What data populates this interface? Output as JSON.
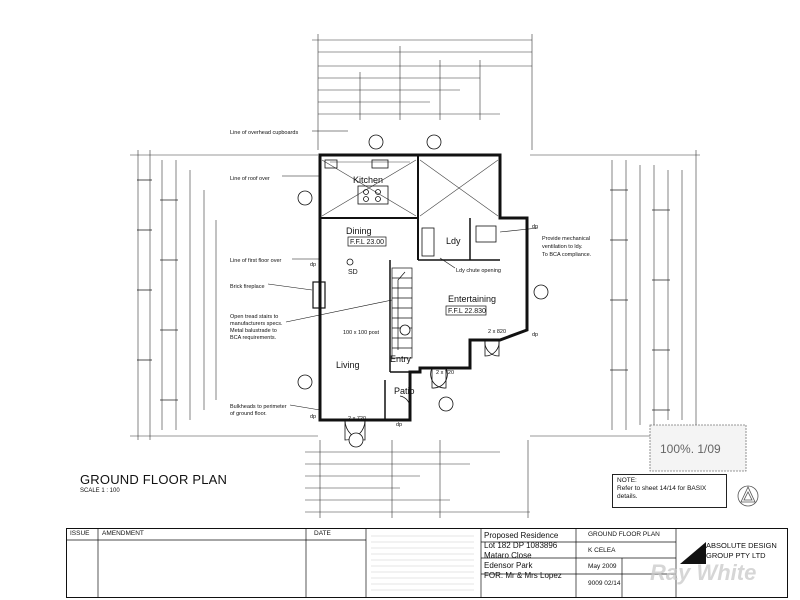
{
  "plan": {
    "title": "GROUND FLOOR PLAN",
    "scale": "SCALE 1 : 100",
    "rooms": {
      "kitchen": "Kitchen",
      "dining": "Dining",
      "dining_ffl": "F.F.L 23.00",
      "lounge_ffl": "F.F.L 22.830",
      "entertaining": "Entertaining",
      "living": "Living",
      "entry": "Entry",
      "patio": "Patio",
      "ldy": "Ldy",
      "sd": "SD"
    },
    "labels": {
      "overhead": "Line of overhead cupboards",
      "roof_over": "Line of roof over",
      "first_floor": "Line of first floor over",
      "fireplace": "Brick fireplace",
      "stairs_1": "Open tread stairs to",
      "stairs_2": "manufacturers specs.",
      "stairs_3": "Metal balustrade to",
      "stairs_4": "BCA requirements.",
      "bulk_1": "Bulkheads to perimeter",
      "bulk_2": "of ground floor.",
      "mech_1": "Provide mechanical",
      "mech_2": "ventilation to ldy.",
      "mech_3": "To BCA compliance.",
      "chute": "Ldy chute opening",
      "post": "100 x 100 post",
      "door_820": "2 x 820",
      "door_720a": "2 x 720",
      "door_720b": "2 x 720",
      "dp": "dp"
    },
    "note": {
      "heading": "NOTE:",
      "line1": "Refer to sheet 14/14 for BASIX",
      "line2": "details."
    }
  },
  "title_block": {
    "issue_header": "ISSUE",
    "amendment_header": "AMENDMENT",
    "date_header": "DATE",
    "project_line1": "Proposed Residence",
    "project_line2": "Lot 182 DP 1083896",
    "project_line3": "Mataro Close",
    "project_line4": "Edensor Park",
    "project_line5": "FOR: Mr & Mrs Lopez",
    "sheet_title": "GROUND FLOOR PLAN",
    "drawn": "K CELEA",
    "date": "May 2009",
    "job": "9009 02/14",
    "company_line1": "ABSOLUTE DESIGN",
    "company_line2": "GROUP PTY LTD"
  },
  "stamp_text": "100%. 1/09",
  "watermark": "Ray White"
}
